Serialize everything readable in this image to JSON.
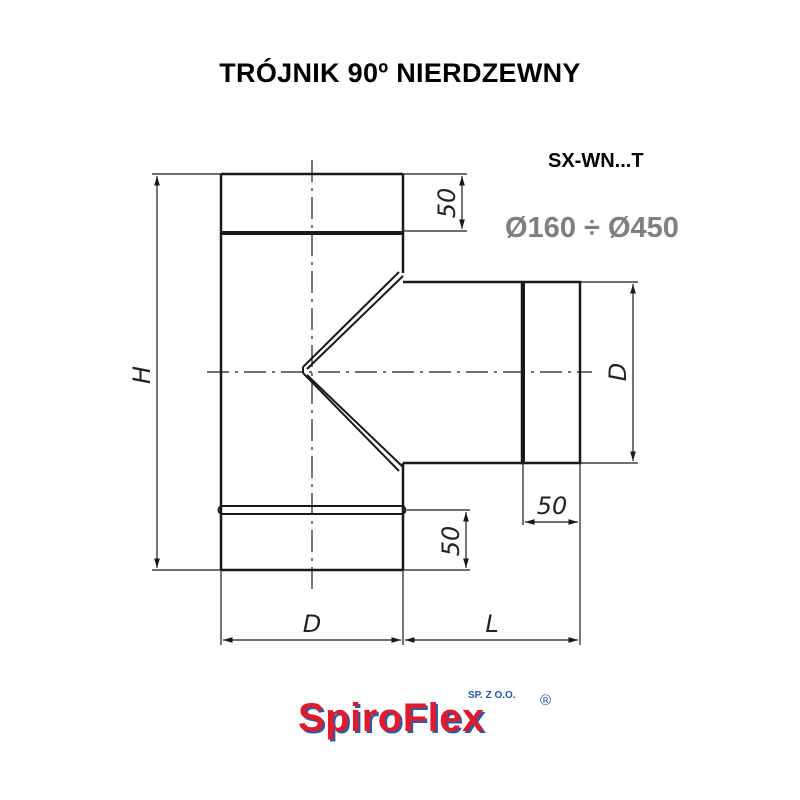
{
  "title": "TRÓJNIK 90º NIERDZEWNY",
  "model_code": "SX-WN...T",
  "diameter_range": "Ø160 ÷ Ø450",
  "dimensions": {
    "height_label": "H",
    "diameter_label_bottom": "D",
    "diameter_label_branch": "D",
    "length_label": "L",
    "top_socket": "50",
    "bottom_socket": "50",
    "branch_socket": "50"
  },
  "logo": {
    "name": "SpiroFlex",
    "suffix": "SP. Z O.O.",
    "registered": "®",
    "colors": {
      "primary": "#e01b2c",
      "shadow": "#2a5aa8"
    }
  },
  "colors": {
    "line": "#1a1a1a",
    "range_text": "#7f7f7f"
  }
}
